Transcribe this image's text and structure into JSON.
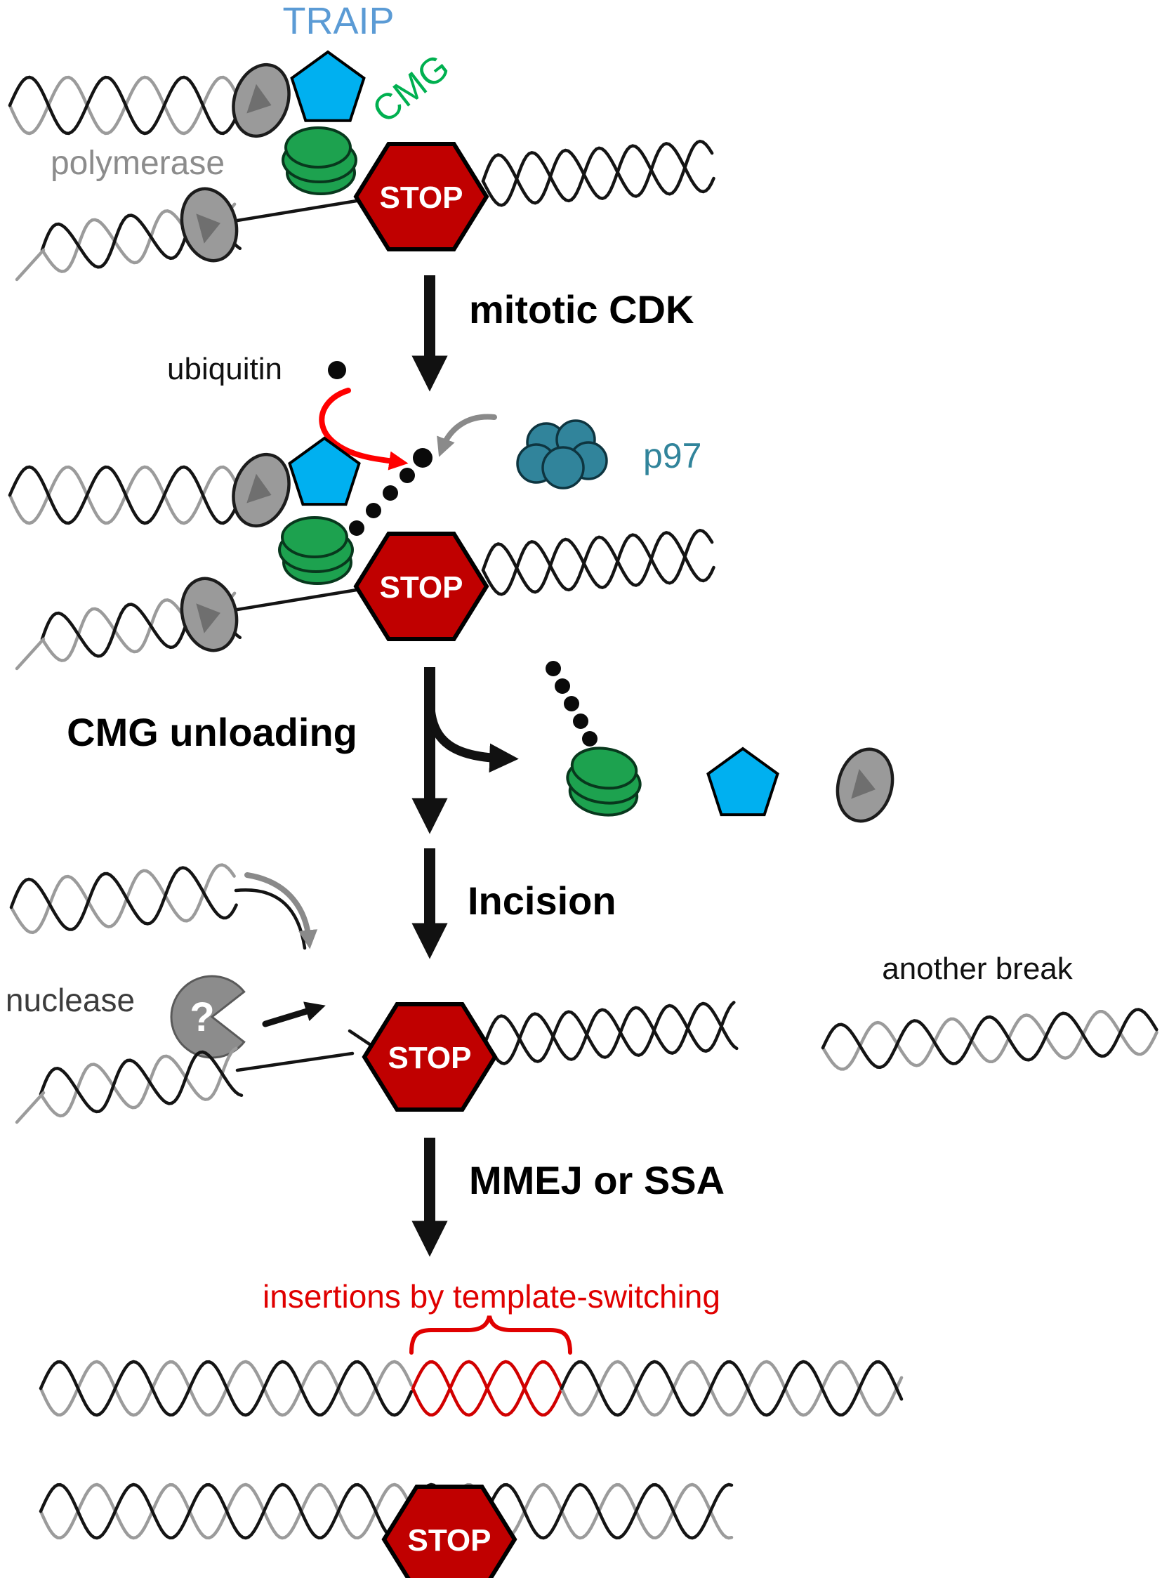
{
  "figure": {
    "panel_fork": {
      "traip": "TRAIP",
      "cmg": "CMG",
      "polymerase": "polymerase",
      "stop": "STOP"
    },
    "step_mitotic_cdk": "mitotic CDK",
    "panel_ubiquitylation": {
      "ubiquitin": "ubiquitin",
      "p97": "p97",
      "stop": "STOP"
    },
    "step_cmg_unloading": "CMG unloading",
    "step_incision": "Incision",
    "panel_incision": {
      "nuclease": "nuclease",
      "nuclease_question": "?",
      "another_break": "another break",
      "stop": "STOP"
    },
    "step_mmej": "MMEJ or SSA",
    "panel_outcome": {
      "insertions": "insertions by template-switching",
      "stop": "STOP"
    },
    "colors": {
      "traip_blue": "#5B9BD5",
      "pentagon_cyan": "#00B0F0",
      "cmg_green": "#00B050",
      "stop_red": "#C00000",
      "stop_text_white": "#FFFFFF",
      "p97_teal": "#31849B",
      "strand_gray": "#9B9B9B",
      "strand_black": "#141414",
      "insertion_red": "#E00000",
      "arrow_red": "#FF0000"
    }
  }
}
